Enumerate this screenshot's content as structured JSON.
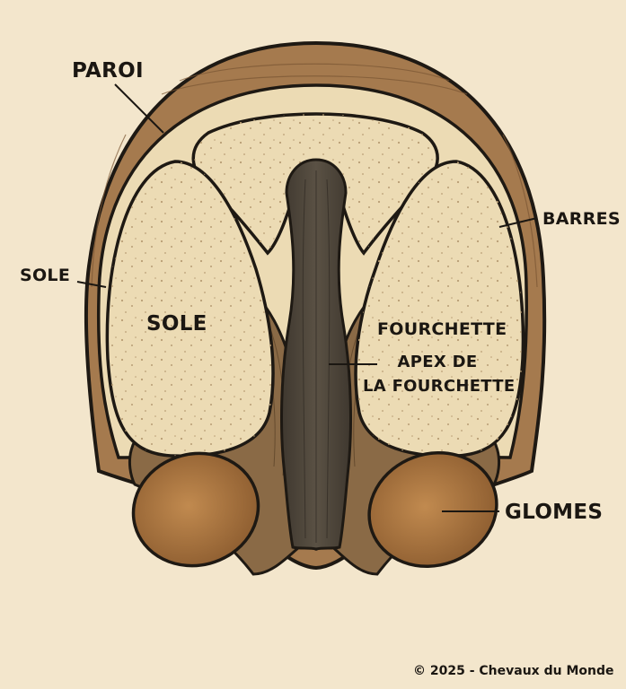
{
  "diagram": {
    "labels": {
      "paroi": "PAROI",
      "barres": "BARRES",
      "sole_outer": "SOLE",
      "sole_inner": "SOLE",
      "fourchette": "FOURCHETTE",
      "apex_line1": "APEX DE",
      "apex_line2": "LA FOURCHETTE",
      "glomes": "GLOMES"
    },
    "copyright": "© 2025 - Chevaux du Monde"
  },
  "colors": {
    "background": "#f3e6cc",
    "wall": "#a57a4e",
    "sole": "#ecdbb4",
    "frog": "#4e463b",
    "heel_bulbs": "#a8743e",
    "outline": "#1e1913"
  }
}
